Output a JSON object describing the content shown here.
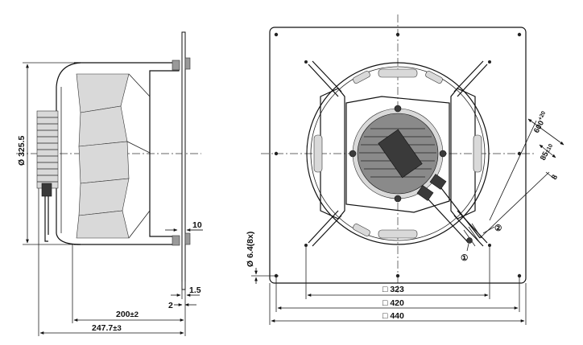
{
  "dimensions": {
    "diameter": "Ø 325.5",
    "flange_thickness": "10",
    "gap": "1.5",
    "plate": "2",
    "depth_1": "200",
    "depth_1_tol": "±2",
    "depth_2": "247.7",
    "depth_2_tol": "±3",
    "hole_diameter": "Ø 6.4(8x)",
    "square_1": "323",
    "square_2": "420",
    "square_3": "440",
    "cable_length": "600",
    "cable_length_tol": "+20",
    "strip_length": "85",
    "strip_length_tol": "±10",
    "strip_end": "8"
  },
  "callouts": {
    "one": "①",
    "two": "②",
    "square_symbol": "□"
  }
}
